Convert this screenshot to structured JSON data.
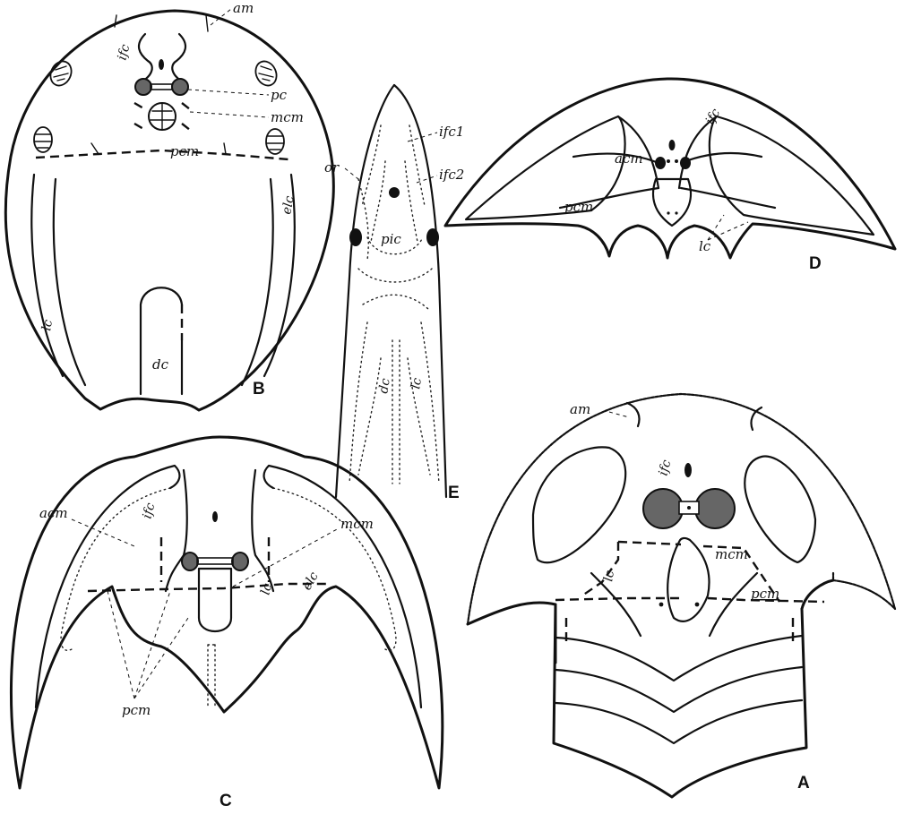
{
  "figures": {
    "A": {
      "letter": "A",
      "labels": {
        "am": "am",
        "ifc": "ifc",
        "mcm": "mcm",
        "lc": "lc",
        "pcm": "pcm"
      }
    },
    "B": {
      "letter": "B",
      "labels": {
        "am": "am",
        "ifc": "ifc",
        "pc": "pc",
        "mcm": "mcm",
        "pcm": "pcm",
        "elc": "elc",
        "lc": "lc",
        "dc": "dc"
      }
    },
    "C": {
      "letter": "C",
      "labels": {
        "acm": "acm",
        "ifc": "ifc",
        "mcm": "mcm",
        "lc": "lc",
        "elc": "elc",
        "pcm": "pcm"
      }
    },
    "D": {
      "letter": "D",
      "labels": {
        "ifc": "ifc",
        "acm": "acm",
        "pcm": "pcm",
        "lc": "lc"
      }
    },
    "E": {
      "letter": "E",
      "labels": {
        "ifc1": "ifc1",
        "ifc2": "ifc2",
        "or": "or",
        "pic": "pic",
        "dc": "dc",
        "lc": "lc"
      }
    }
  }
}
